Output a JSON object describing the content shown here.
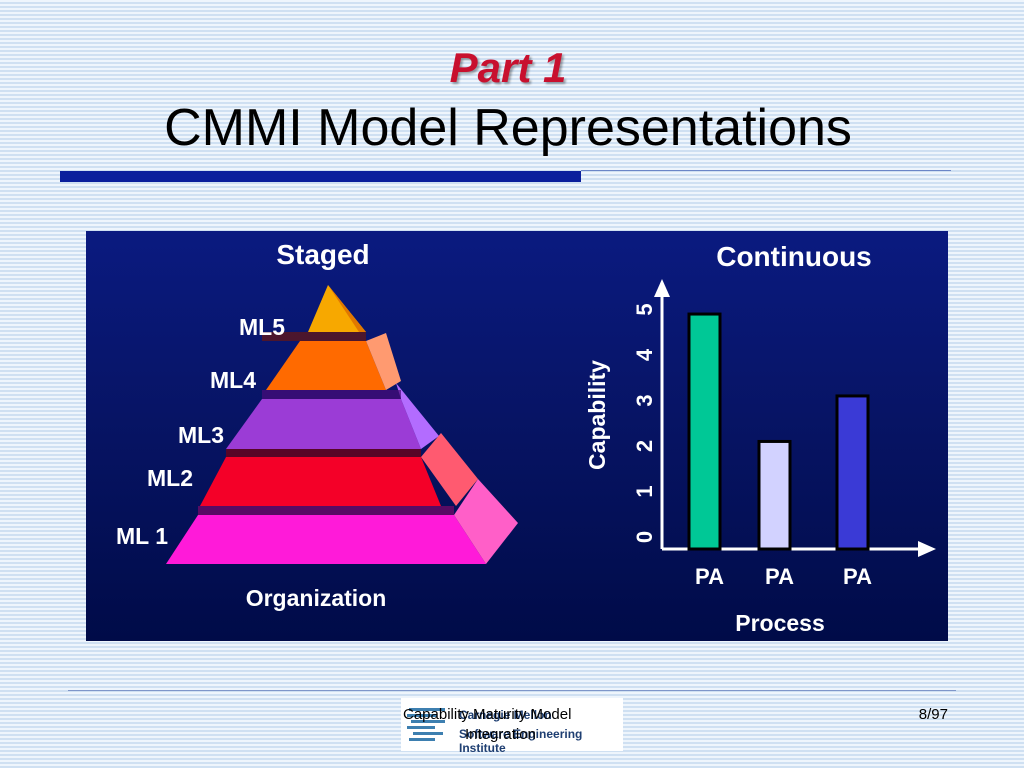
{
  "slide": {
    "part_label": "Part 1",
    "title": "CMMI Model Representations",
    "page_number": "8/97"
  },
  "diagram": {
    "staged": {
      "heading": "Staged",
      "levels": [
        {
          "label": "ML5",
          "color": "#f7a800"
        },
        {
          "label": "ML4",
          "color": "#ff6a00"
        },
        {
          "label": "ML3",
          "color": "#9b3cd6"
        },
        {
          "label": "ML2",
          "color": "#f40028"
        },
        {
          "label": "ML 1",
          "color": "#ff1ad9"
        }
      ],
      "base_label": "Organization"
    },
    "continuous": {
      "heading": "Continuous",
      "axis_label": "Capability",
      "ticks": [
        "0",
        "1",
        "2",
        "3",
        "4",
        "5"
      ],
      "x_axis_label": "Process",
      "bars": [
        {
          "label": "PA",
          "value": 4.9,
          "color": "#00c896"
        },
        {
          "label": "PA",
          "value": 2.1,
          "color": "#d2d2ff"
        },
        {
          "label": "PA",
          "value": 3.1,
          "color": "#3a3ad6"
        }
      ]
    }
  },
  "footer": {
    "caption_line1": "Capability Maturity Model",
    "caption_line2": "Integration",
    "logo_line1": "Carnegie Mellon",
    "logo_line2": "Software Engineering Institute"
  }
}
